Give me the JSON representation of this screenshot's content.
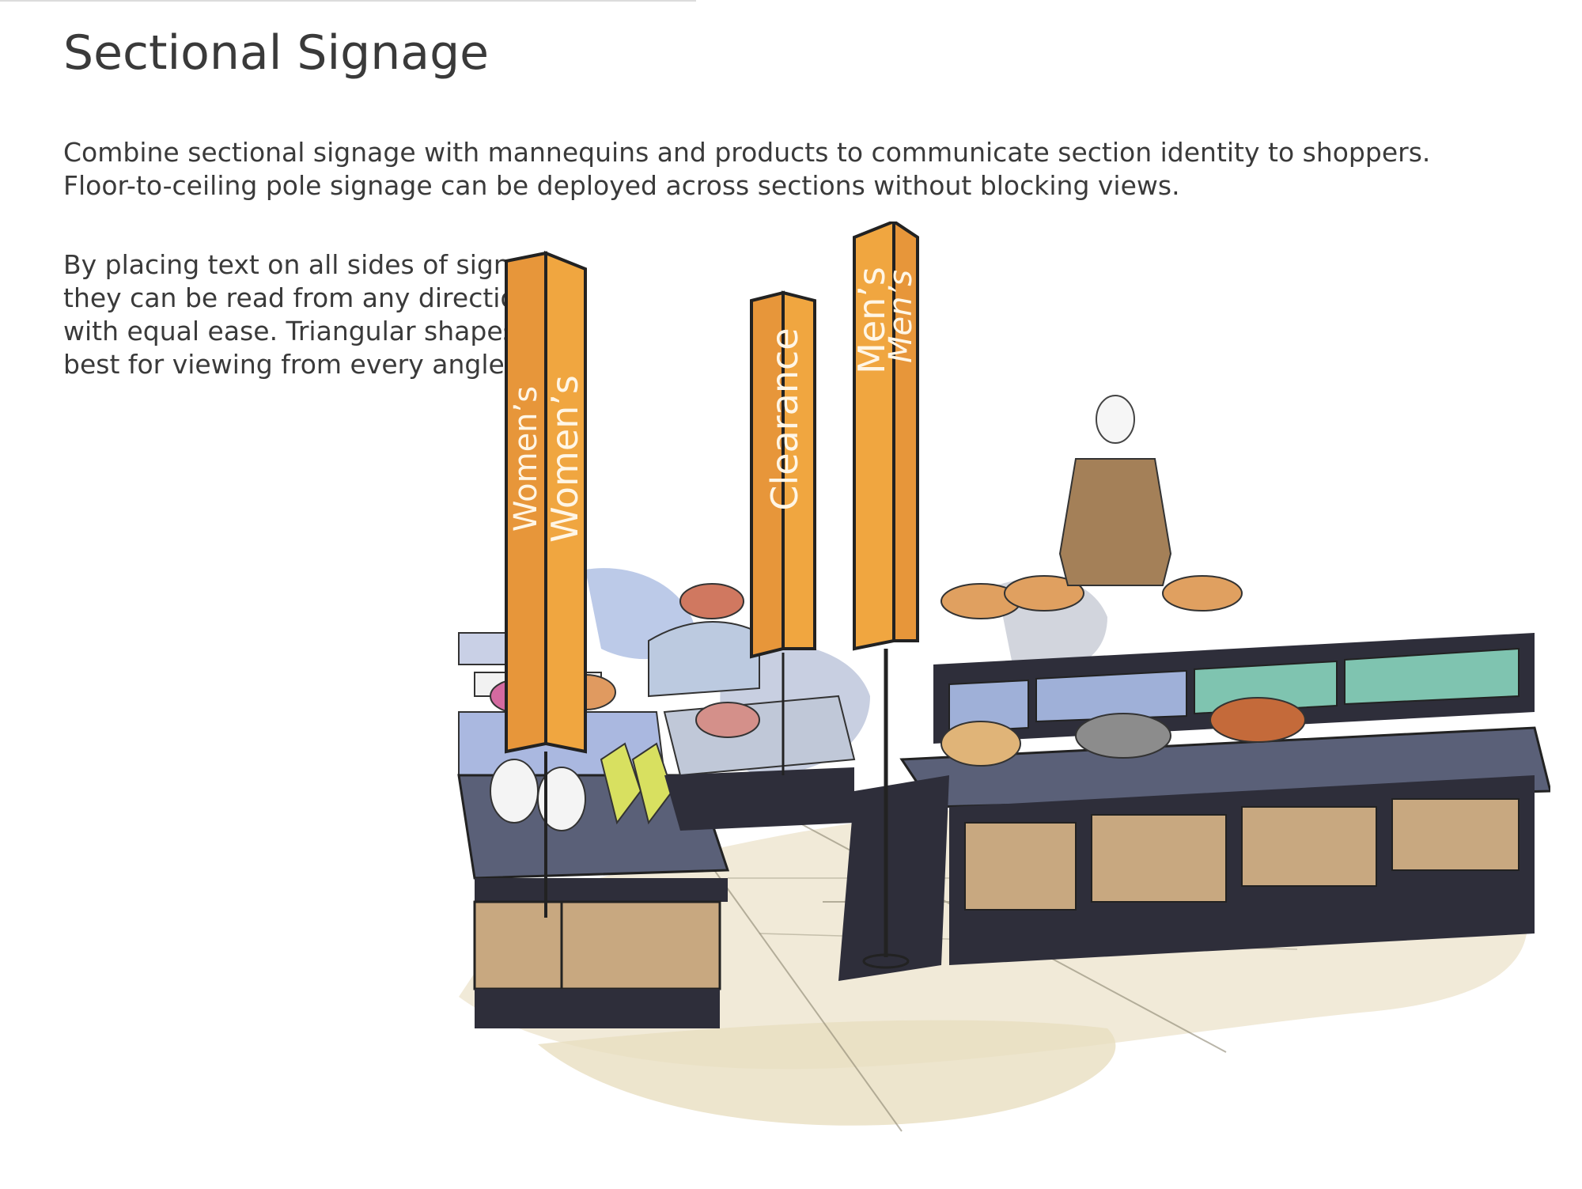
{
  "page": {
    "title": "Sectional Signage",
    "intro_lines": [
      "Combine sectional signage with mannequins and products to communicate section identity to shoppers.",
      "Floor-to-ceiling pole signage can be deployed across sections without blocking views."
    ],
    "side_lines": [
      "By placing text on all sides of signs,",
      "they can be read from any direction",
      "with equal ease. Triangular shapes are",
      "best for viewing from every angle."
    ]
  },
  "signs": {
    "womens_a": "Women’s",
    "womens_b": "Women’s",
    "clearance": "Clearance",
    "mens_a": "Men’s",
    "mens_b": "Men’s"
  },
  "colors": {
    "sign_orange": "#f0a640",
    "sign_edge": "#c97a20",
    "fixture_dark": "#2e2e3a",
    "fixture_top": "#5a6078",
    "shelf_blue": "#9fb0d8",
    "teal": "#7fc4b0",
    "wood": "#c8a880",
    "floor": "#ece6d0",
    "pink_dress": "#d4508c",
    "brown_coat": "#a48058",
    "yellow_shoes": "#d8e060"
  },
  "icons": {
    "womens_mannequin": "mannequin-pink-dress-icon",
    "mens_mannequin": "mannequin-brown-coat-icon"
  }
}
